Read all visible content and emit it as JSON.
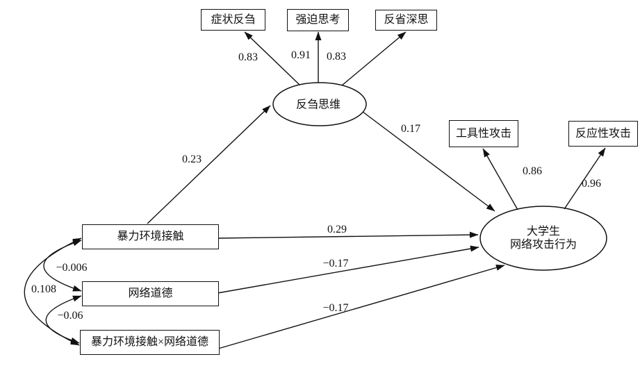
{
  "model": {
    "latents": {
      "rumination": "反刍思维",
      "aggression_line1": "大学生",
      "aggression_line2": "网络攻击行为"
    },
    "indicators": {
      "symptom": "症状反刍",
      "compulsive": "强迫思考",
      "reflective": "反省深思",
      "instrumental": "工具性攻击",
      "reactive": "反应性攻击"
    },
    "predictors": {
      "violence": "暴力环境接触",
      "moral": "网络道德",
      "interaction": "暴力环境接触×网络道德"
    },
    "loadings": {
      "rum_symptom": "0.83",
      "rum_compulsive": "0.91",
      "rum_reflective": "0.83",
      "agg_instrumental": "0.86",
      "agg_reactive": "0.96"
    },
    "paths": {
      "violence_rumination": "0.23",
      "rumination_aggression": "0.17",
      "violence_aggression": "0.29",
      "moral_aggression": "−0.17",
      "interaction_aggression": "−0.17"
    },
    "covariances": {
      "violence_moral": "−0.006",
      "violence_interaction": "0.108",
      "moral_interaction": "−0.06"
    },
    "colors": {
      "line": "#111111",
      "background": "#ffffff"
    }
  }
}
